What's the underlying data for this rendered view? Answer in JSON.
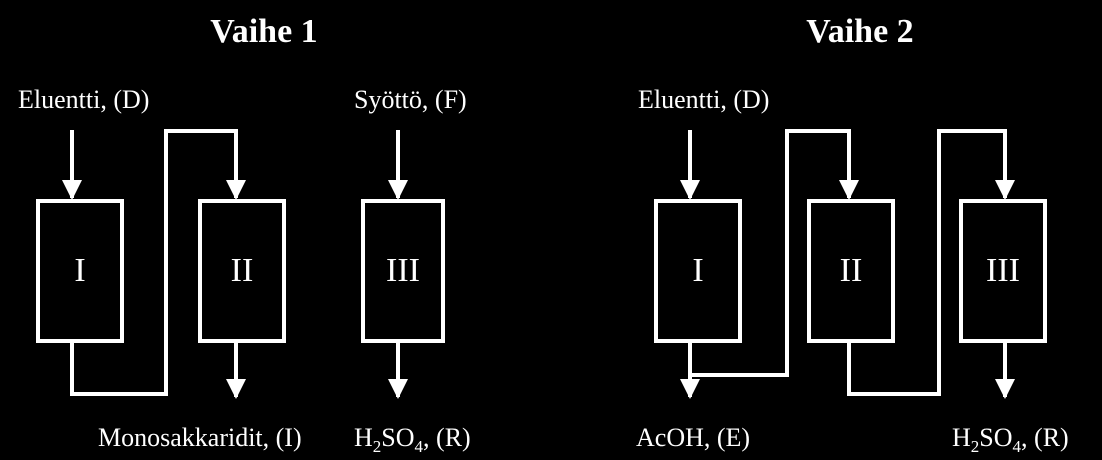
{
  "colors": {
    "background": "#000000",
    "foreground": "#ffffff"
  },
  "phase1": {
    "title": "Vaihe 1",
    "eluent": "Eluentti, (D)",
    "feed": "Syöttö, (F)",
    "columns": [
      "I",
      "II",
      "III"
    ],
    "product": "Monosakkaridit, (I)",
    "raffinate": {
      "main": "H",
      "sub1": "2",
      "mid": "SO",
      "sub2": "4",
      "tail": ", (R)"
    }
  },
  "phase2": {
    "title": "Vaihe 2",
    "eluent": "Eluentti, (D)",
    "columns": [
      "I",
      "II",
      "III"
    ],
    "extract": "AcOH, (E)",
    "raffinate": {
      "main": "H",
      "sub1": "2",
      "mid": "SO",
      "sub2": "4",
      "tail": ", (R)"
    }
  }
}
